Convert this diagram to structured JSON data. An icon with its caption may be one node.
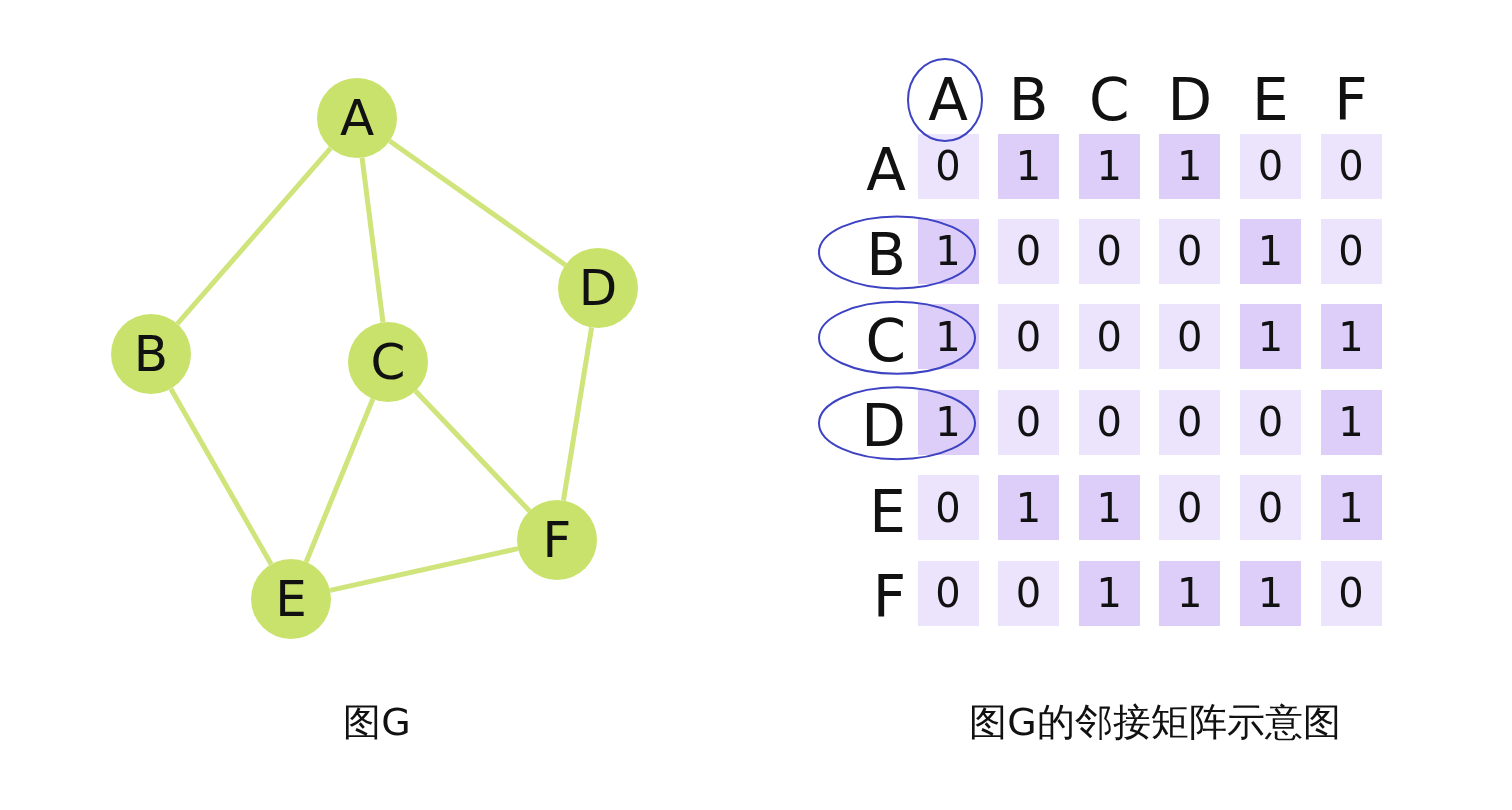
{
  "diagram": {
    "nodes": [
      {
        "text": [
          "A"
        ]
      },
      {
        "text": [
          "B"
        ]
      },
      {
        "text": [
          "C"
        ]
      },
      {
        "text": [
          "D"
        ]
      },
      {
        "text": [
          "E"
        ]
      },
      {
        "text": [
          "F"
        ]
      }
    ],
    "edges": [
      {
        "from": 0,
        "to": 1,
        "arrow": "none"
      },
      {
        "from": 0,
        "to": 2,
        "arrow": "none"
      },
      {
        "from": 0,
        "to": 3,
        "arrow": "none"
      },
      {
        "from": 1,
        "to": 4,
        "arrow": "none"
      },
      {
        "from": 2,
        "to": 4,
        "arrow": "none"
      },
      {
        "from": 2,
        "to": 5,
        "arrow": "none"
      },
      {
        "from": 3,
        "to": 5,
        "arrow": "none"
      },
      {
        "from": 4,
        "to": 5,
        "arrow": "none"
      }
    ],
    "labels": [
      "A",
      "B",
      "C",
      "D",
      "E",
      "F",
      "A",
      "0",
      "1",
      "1",
      "1",
      "0",
      "0",
      "B",
      "1",
      "0",
      "0",
      "0",
      "1",
      "0",
      "C",
      "1",
      "0",
      "0",
      "0",
      "1",
      "1",
      "D",
      "1",
      "0",
      "0",
      "0",
      "0",
      "1",
      "E",
      "0",
      "1",
      "1",
      "0",
      "0",
      "1",
      "F",
      "0",
      "0",
      "1",
      "1",
      "1",
      "0",
      "图G",
      "图G的邻接矩阵示意图"
    ]
  }
}
